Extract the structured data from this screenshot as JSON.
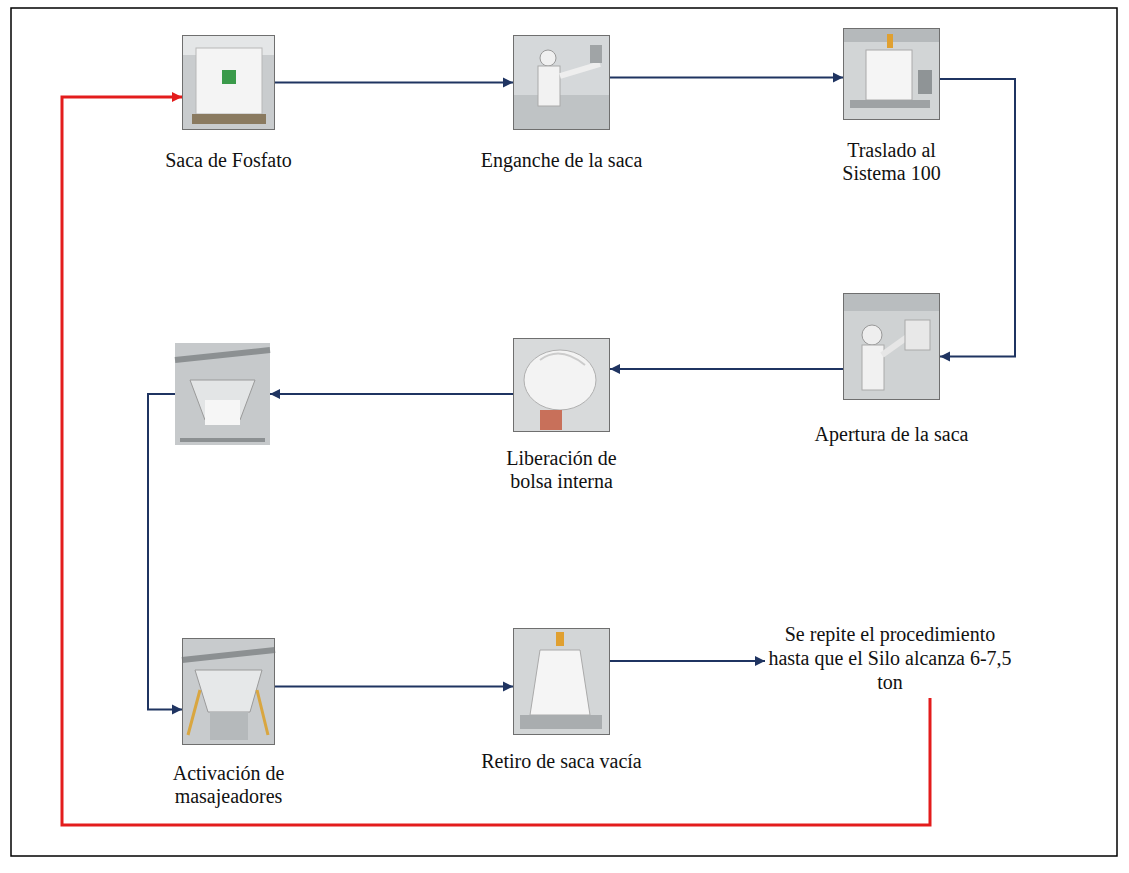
{
  "diagram": {
    "nodes": [
      {
        "text": [
          "Saca de Fosfato"
        ]
      },
      {
        "text": [
          "Enganche de la saca"
        ]
      },
      {
        "text": [
          "Traslado al Sistema 100"
        ]
      },
      {
        "text": [
          "Apertura de la saca"
        ]
      },
      {
        "text": [
          "Liberación de bolsa interna"
        ]
      },
      {
        "text": [
          "Activación de masajeadores"
        ]
      },
      {
        "text": [
          "Retiro de saca vacía"
        ]
      },
      {
        "text": [
          "Se repite el procedimiento hasta que el Silo alcanza 6-7,5 ton"
        ]
      }
    ],
    "edges": [
      {
        "from": 0,
        "to": 1,
        "arrow": "to"
      },
      {
        "from": 1,
        "to": 2,
        "arrow": "to"
      },
      {
        "from": 2,
        "to": 3,
        "arrow": "to"
      },
      {
        "from": 3,
        "to": 4,
        "arrow": "to"
      },
      {
        "from": 4,
        "to": 5,
        "arrow": "to"
      },
      {
        "from": 5,
        "to": 6,
        "arrow": "to"
      },
      {
        "from": 6,
        "to": 7,
        "arrow": "to"
      },
      {
        "from": 7,
        "to": 0,
        "arrow": "to"
      }
    ]
  }
}
